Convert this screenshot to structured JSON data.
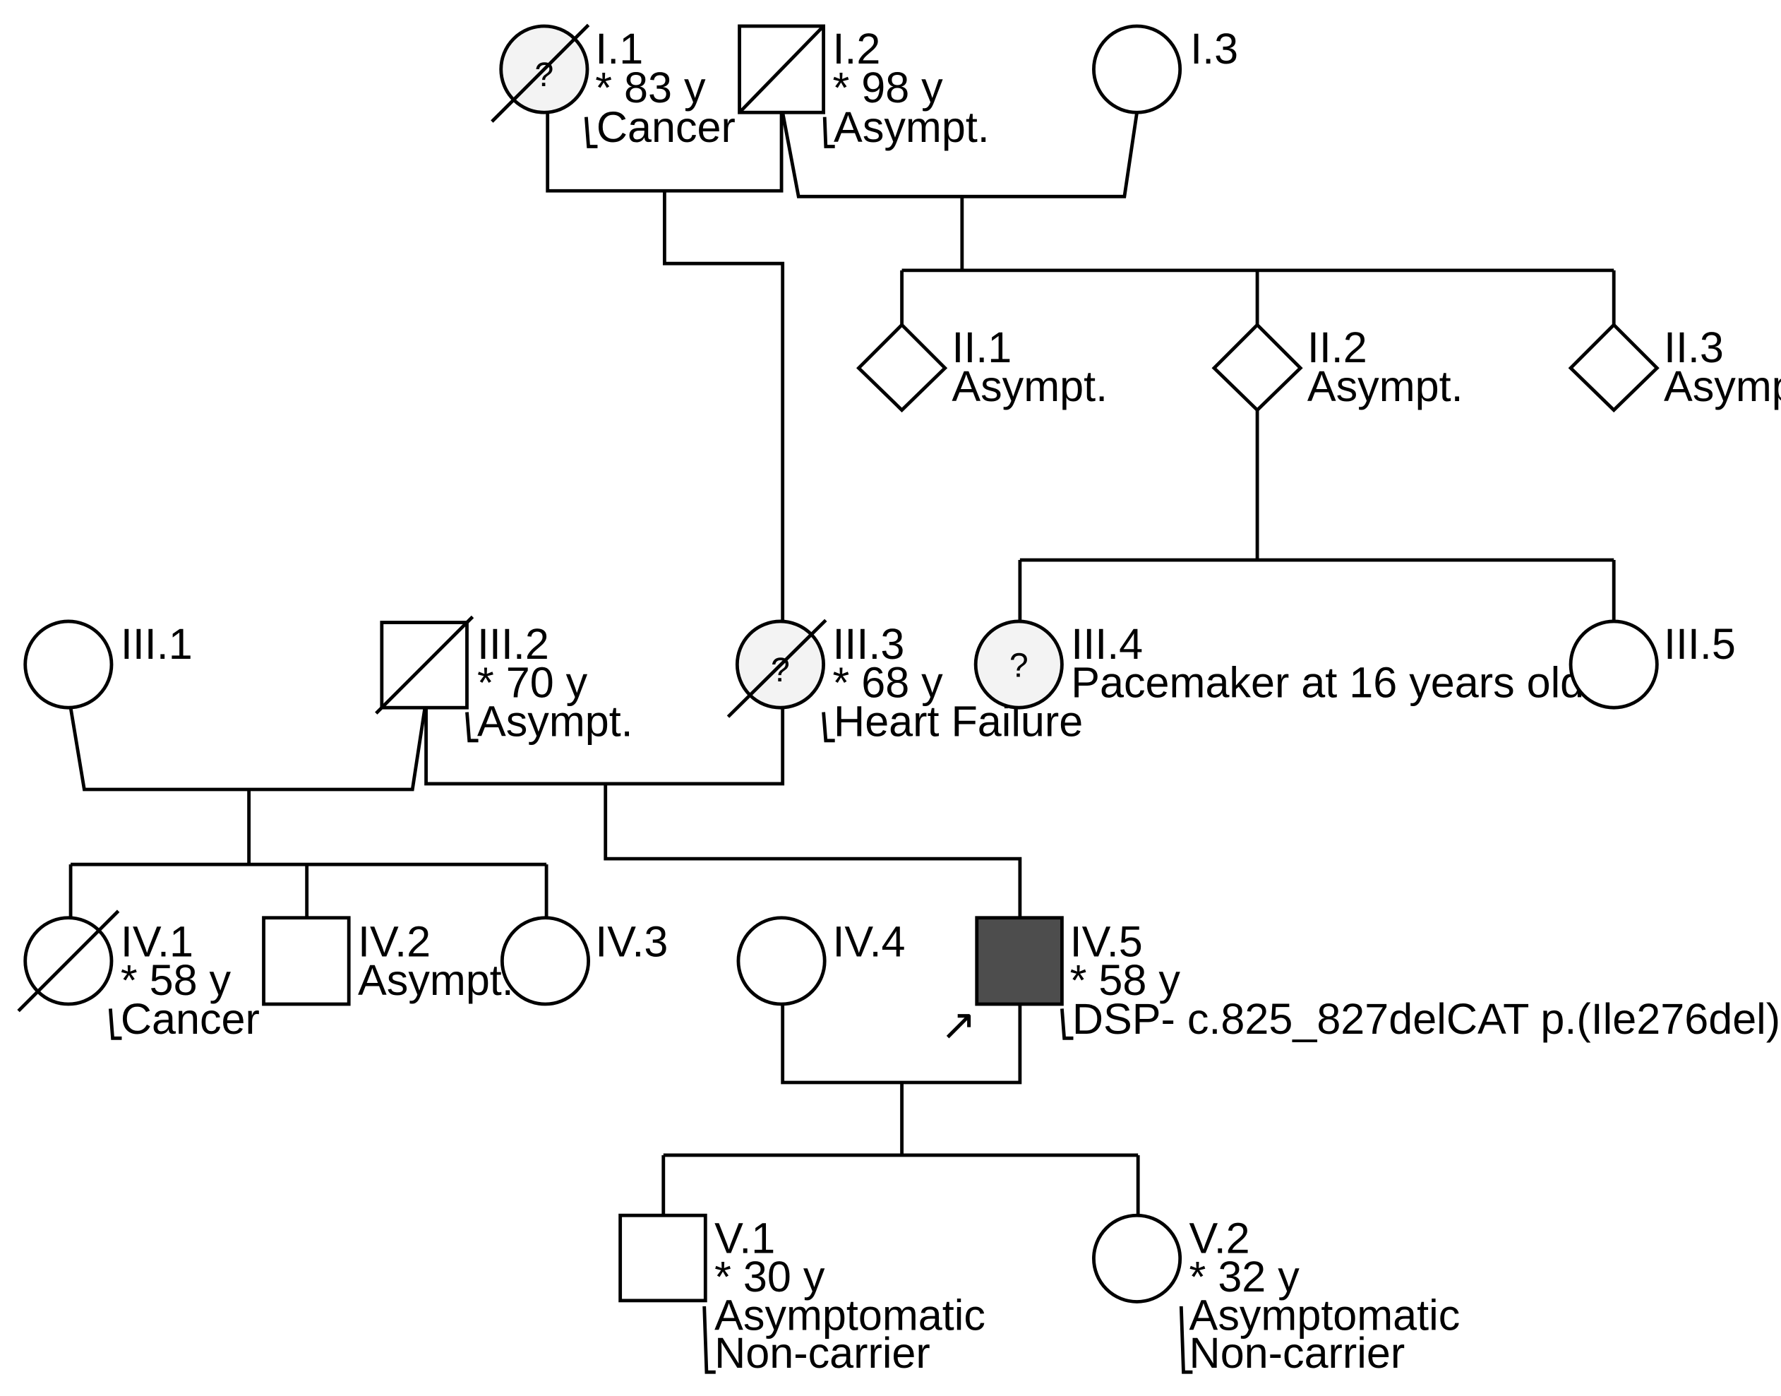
{
  "individuals": {
    "I1": {
      "id": "I.1",
      "age": "* 83 y",
      "note1": "Cancer",
      "mark": "?"
    },
    "I2": {
      "id": "I.2",
      "age": "* 98 y",
      "note1": "Asympt."
    },
    "I3": {
      "id": "I.3"
    },
    "II1": {
      "id": "II.1",
      "note1": "Asympt."
    },
    "II2": {
      "id": "II.2",
      "note1": "Asympt."
    },
    "II3": {
      "id": "II.3",
      "note1": "Asympt."
    },
    "III1": {
      "id": "III.1"
    },
    "III2": {
      "id": "III.2",
      "age": "* 70 y",
      "note1": "Asympt."
    },
    "III3": {
      "id": "III.3",
      "age": "* 68 y",
      "note1": "Heart Failure",
      "mark": "?"
    },
    "III4": {
      "id": "III.4",
      "note1": "Pacemaker at 16 years old",
      "mark": "?"
    },
    "III5": {
      "id": "III.5"
    },
    "IV1": {
      "id": "IV.1",
      "age": "* 58 y",
      "note1": "Cancer"
    },
    "IV2": {
      "id": "IV.2",
      "note1": "Asympt."
    },
    "IV3": {
      "id": "IV.3"
    },
    "IV4": {
      "id": "IV.4"
    },
    "IV5": {
      "id": "IV.5",
      "age": "* 58 y",
      "note1": "DSP- c.825_827delCAT p.(Ile276del)",
      "proband_arrow": "↗"
    },
    "V1": {
      "id": "V.1",
      "age": "* 30 y",
      "note1": "Asymptomatic",
      "note2": "Non-carrier"
    },
    "V2": {
      "id": "V.2",
      "age": "* 32 y",
      "note1": "Asymptomatic",
      "note2": "Non-carrier"
    }
  },
  "colors": {
    "line": "#000000",
    "affected": "#4d4d4d",
    "unknown_status": "#f3f3f3",
    "unaffected": "#ffffff"
  }
}
